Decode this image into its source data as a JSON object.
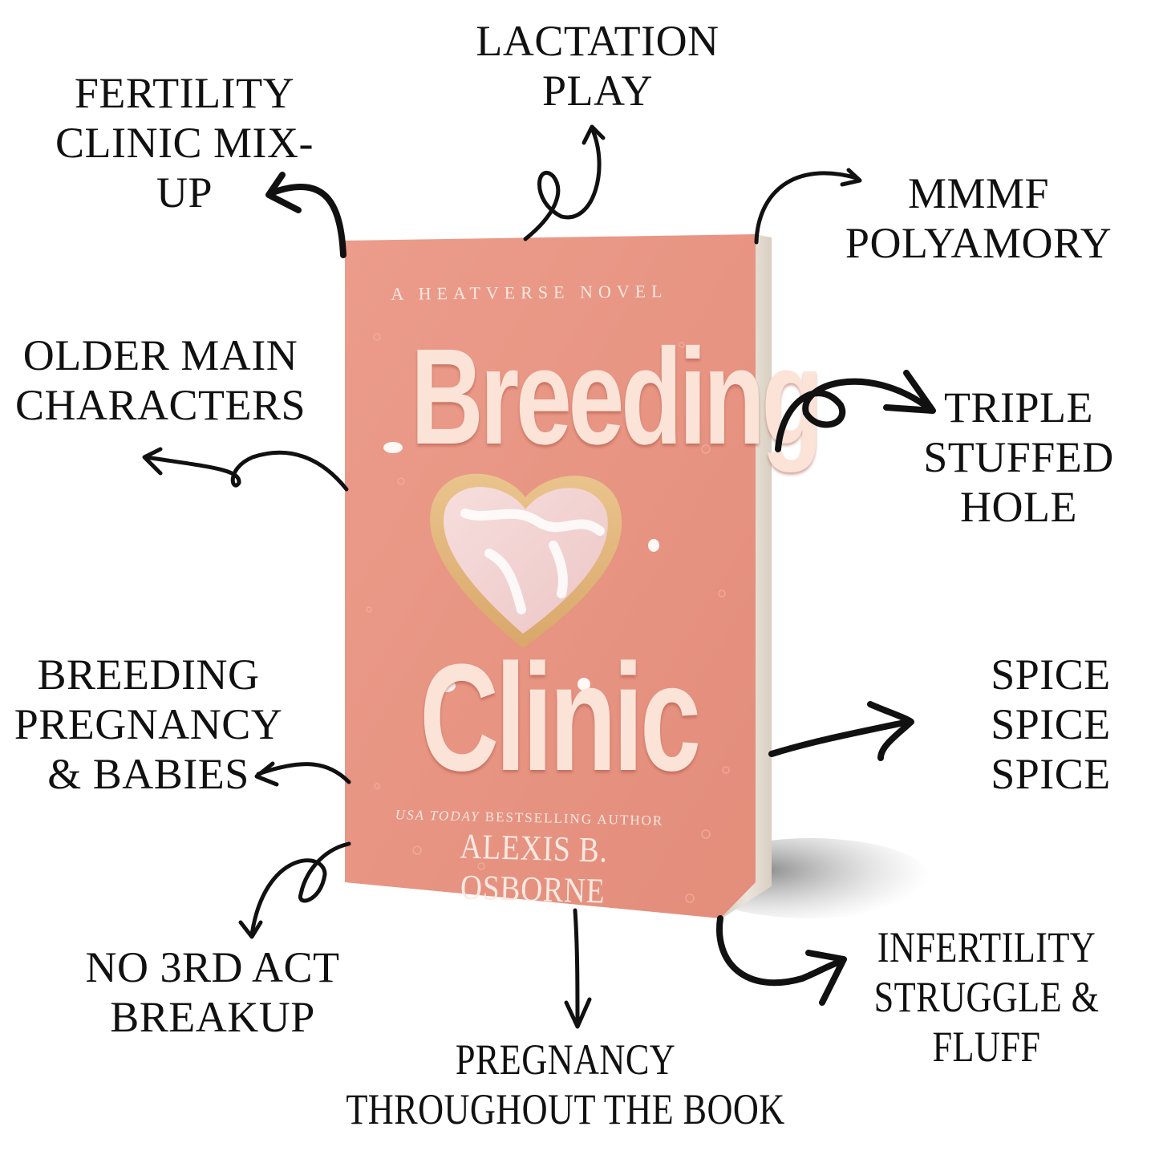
{
  "book": {
    "series_line": "A HEATVERSE NOVEL",
    "title_line_1": "Breeding",
    "title_line_2": "Clinic",
    "tagline_italic": "USA TODAY",
    "tagline_rest": "BESTSELLING AUTHOR",
    "author": "ALEXIS B. OSBORNE",
    "colors": {
      "cover": "#e6907e",
      "cover_light": "#eea393",
      "title_text": "#fbe3d8",
      "page_edges": "#e4dbcf",
      "cookie": "#e2b57a",
      "icing": "#f3d6d6"
    }
  },
  "tropes": [
    {
      "id": "fertility",
      "lines": [
        "FERTILITY",
        "CLINIC MIX-",
        "UP"
      ]
    },
    {
      "id": "lactation",
      "lines": [
        "LACTATION",
        "PLAY"
      ]
    },
    {
      "id": "polyamory",
      "lines": [
        "MMMF",
        "POLYAMORY"
      ]
    },
    {
      "id": "older",
      "lines": [
        "OLDER MAIN",
        "CHARACTERS"
      ]
    },
    {
      "id": "triple",
      "lines": [
        "TRIPLE",
        "STUFFED",
        "HOLE"
      ]
    },
    {
      "id": "breeding",
      "lines": [
        "BREEDING",
        "PREGNANCY",
        "& BABIES"
      ]
    },
    {
      "id": "spice",
      "lines": [
        "SPICE",
        "SPICE",
        "SPICE"
      ]
    },
    {
      "id": "no-breakup",
      "lines": [
        "NO 3RD ACT",
        "BREAKUP"
      ]
    },
    {
      "id": "pregnancy",
      "lines": [
        "PREGNANCY",
        "THROUGHOUT THE BOOK"
      ]
    },
    {
      "id": "infertility",
      "lines": [
        "INFERTILITY",
        "STRUGGLE &",
        "FLUFF"
      ]
    }
  ]
}
